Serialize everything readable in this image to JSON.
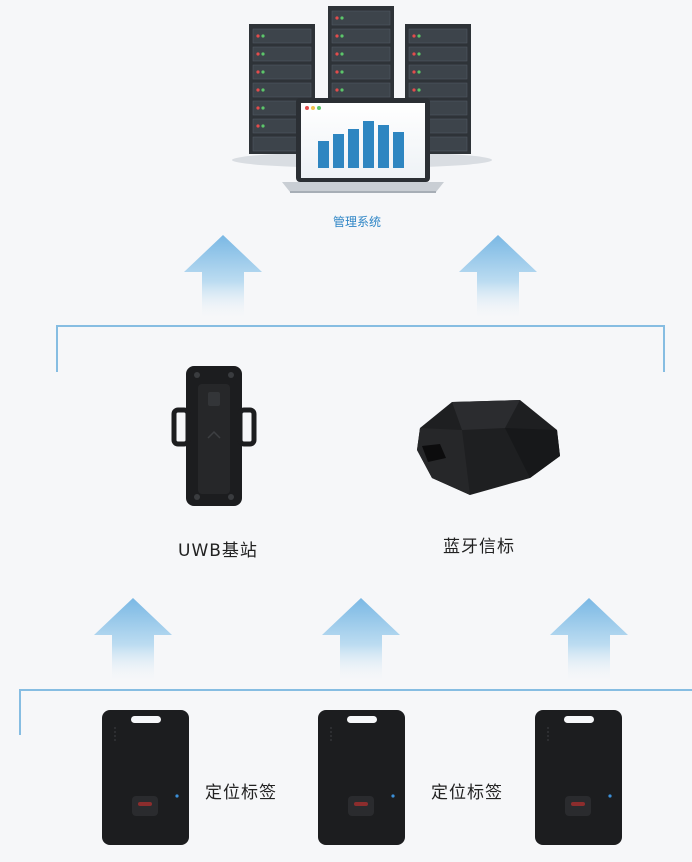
{
  "management": {
    "label": "管理系统"
  },
  "devices": {
    "uwb_label": "UWB基站",
    "beacon_label": "蓝牙信标"
  },
  "tags": {
    "label_1": "定位标签",
    "label_2": "定位标签"
  },
  "colors": {
    "line": "#86bde2",
    "arrow": "#8cc3e8",
    "server_dark": "#2e3338",
    "device_dark": "#1c1d1f",
    "bar": "#2e86c1",
    "label_small": "#2f86c6"
  }
}
